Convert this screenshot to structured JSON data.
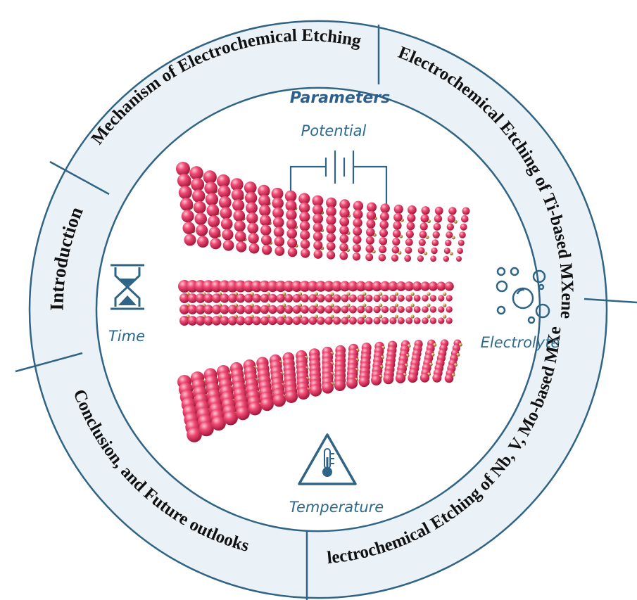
{
  "center": {
    "title": "Parameters",
    "potential": "Potential",
    "time": "Time",
    "electrolyte": "Electrolyte",
    "temperature": "Temperature"
  },
  "ring_sections": [
    {
      "label": "Introduction"
    },
    {
      "label": "Mechanism of Electrochemical Etching"
    },
    {
      "label": "Electrochemical Etching of  Ti-based MXene"
    },
    {
      "label": "Electrochemical Etching of Nb, V, Mo-based MXene"
    },
    {
      "label": "Conclusion, and  Future outlooks"
    }
  ],
  "colors": {
    "ring_fill": "#eaf1f7",
    "ring_stroke": "#2f6485",
    "accent": "#2d6a8e",
    "atom_m": "#e8416a",
    "atom_x": "#c9a15a"
  },
  "icons": {
    "time": "hourglass-icon",
    "electrolyte": "bubbles-icon",
    "temperature": "thermometer-warning-icon",
    "potential": "battery-circuit-icon"
  }
}
